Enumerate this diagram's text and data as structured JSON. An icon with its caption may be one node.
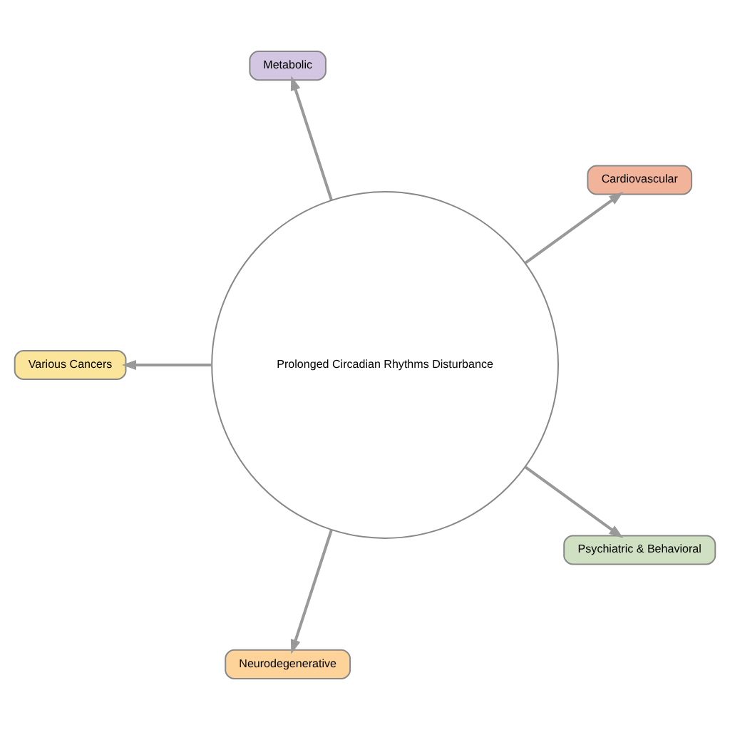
{
  "diagram": {
    "nodes": [
      {
        "text": [
          "Cardiovascular"
        ]
      },
      {
        "text": [
          "Metabolic"
        ]
      },
      {
        "text": [
          "Prolonged Circadian Rhythms Disturbance"
        ]
      },
      {
        "text": [
          "Various Cancers"
        ]
      },
      {
        "text": [
          "Neurodegenerative"
        ]
      },
      {
        "text": [
          "Psychiatric & Behavioral"
        ]
      }
    ],
    "edges": [
      {
        "from": 2,
        "to": 0,
        "arrow": "to"
      },
      {
        "from": 2,
        "to": 1,
        "arrow": "to"
      },
      {
        "from": 2,
        "to": 4,
        "arrow": "to"
      },
      {
        "from": 2,
        "to": 5,
        "arrow": "to"
      },
      {
        "from": 2,
        "to": 3,
        "arrow": "to"
      }
    ]
  }
}
